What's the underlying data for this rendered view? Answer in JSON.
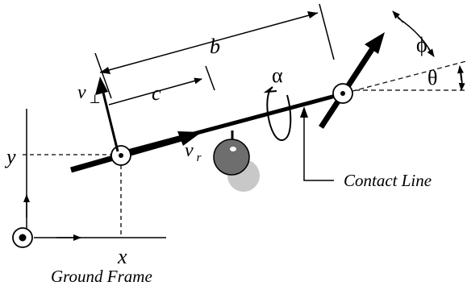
{
  "labels": {
    "b": "b",
    "c": "c",
    "phi": "ϕ",
    "theta": "θ",
    "alpha": "α",
    "v_perp_base": "v",
    "v_perp_sub": "⊥",
    "v_r_base": "v",
    "v_r_sub": "r",
    "x": "x",
    "y": "y",
    "contact_line": "Contact Line",
    "ground_frame": "Ground Frame"
  },
  "colors": {
    "ink": "#000000",
    "mass_dark": "#6e6e6e",
    "mass_light": "#c8c8c8"
  }
}
